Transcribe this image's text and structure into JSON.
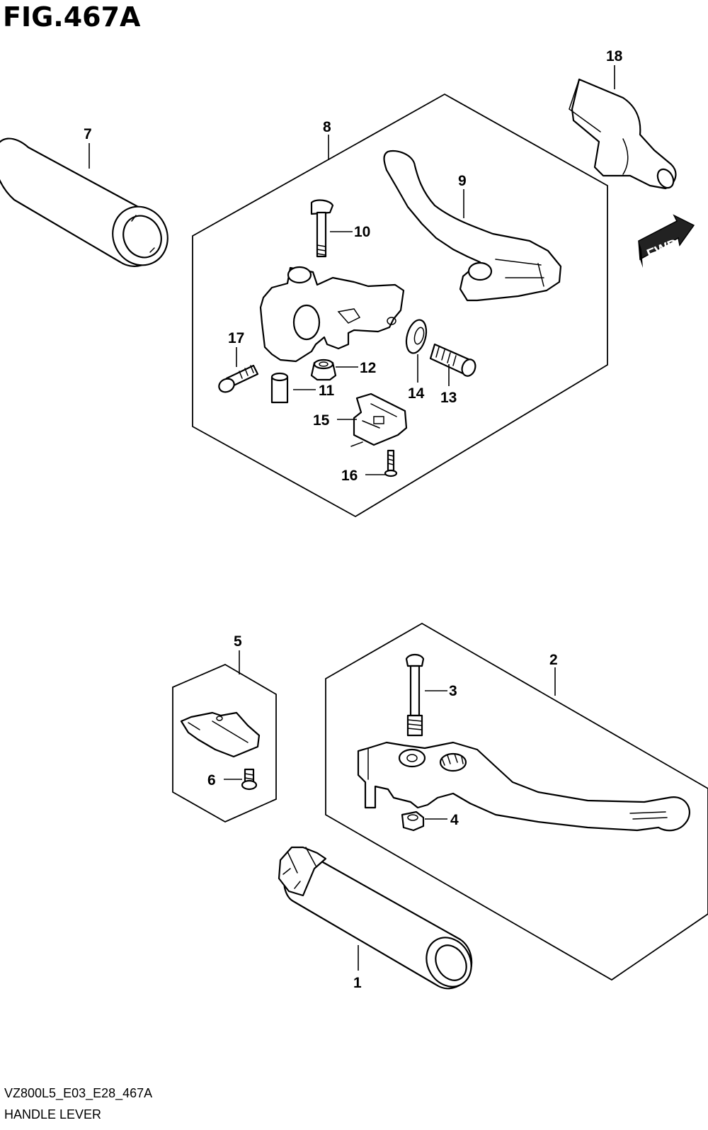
{
  "figure": {
    "title": "FIG.467A",
    "code": "VZ800L5_E03_E28_467A",
    "name": "HANDLE LEVER"
  },
  "direction_badge": "FWD",
  "callouts": [
    "1",
    "2",
    "3",
    "4",
    "5",
    "6",
    "7",
    "8",
    "9",
    "10",
    "11",
    "12",
    "13",
    "14",
    "15",
    "16",
    "17",
    "18"
  ],
  "icons": [
    "grip-icon",
    "lever-holder-icon",
    "lever-icon",
    "bolt-icon",
    "nut-icon",
    "switch-icon",
    "screw-icon",
    "adjuster-icon",
    "cable-guide-icon",
    "fwd-arrow-icon"
  ]
}
